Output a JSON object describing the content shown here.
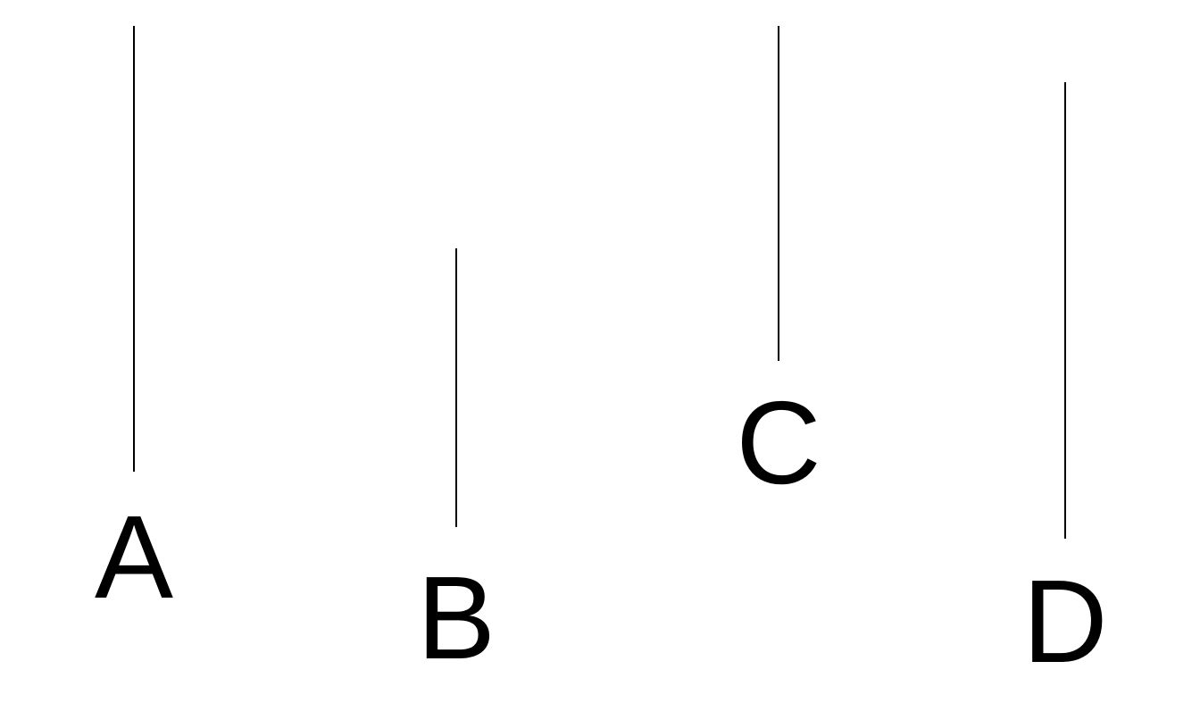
{
  "colors": {
    "background": "#ffffff",
    "ink": "#000000"
  },
  "segments": [
    {
      "label": "A"
    },
    {
      "label": "B"
    },
    {
      "label": "C"
    },
    {
      "label": "D"
    }
  ]
}
